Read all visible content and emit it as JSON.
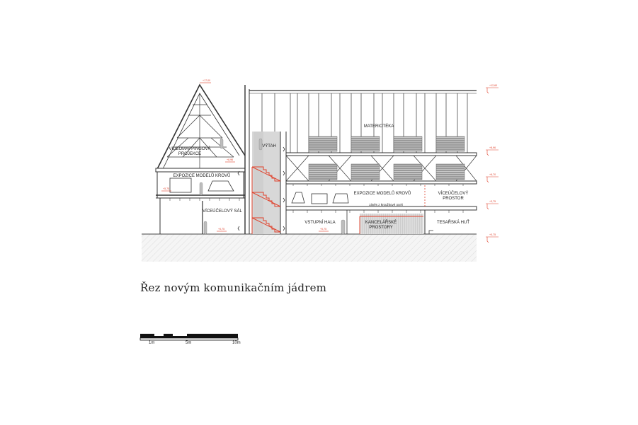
{
  "title": "Řez novým komunikačním jádrem",
  "rooms": {
    "videomapping": [
      "VIDEOMAPPINGOVÁ",
      "PROJEKCE"
    ],
    "expozice_left": "EXPOZICE MODELŮ KROVŮ",
    "vicucelovy_sal": "VÍCEÚČELOVÝ SÁL",
    "vytah": "VÝTAH",
    "materioteka": "MATERIOTÉKA",
    "expozice_right": "EXPOZICE MODELŮ KROVŮ",
    "vicucelovy_prostor": [
      "VÍCEÚČELOVÝ",
      "PROSTOR"
    ],
    "zaves": "závěs z kroužkové oceli",
    "vstupni_hala": "VSTUPNÍ HALA",
    "kancelarske": [
      "KANCELÁŘSKÉ",
      "PROSTORY"
    ],
    "tesarska_hut": "TESAŘSKÁ HUŤ"
  },
  "levels": {
    "ridge": "+17,00",
    "left_upper": "+8,96",
    "left_lower": "+5,75",
    "ground_left": "+0,75",
    "ground_mid": "+0,75",
    "right": [
      "+12,60",
      "+8,96",
      "+6,70",
      "+3,75",
      "+0,75"
    ]
  },
  "scale": {
    "labels": [
      "1m",
      "5m",
      "10m"
    ]
  },
  "colors": {
    "line": "#333333",
    "accent": "#e0402a",
    "ground": "#d8d8d8",
    "core": "#d6d6d6",
    "crates": "#8e8e8e"
  }
}
